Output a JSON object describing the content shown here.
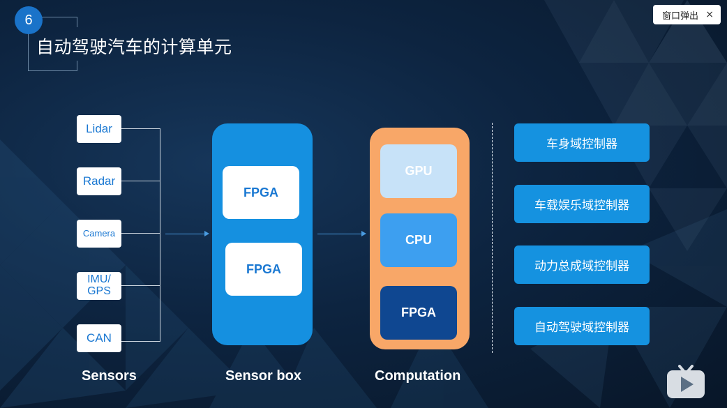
{
  "slide": {
    "number": "6",
    "title": "自动驾驶汽车的计算单元"
  },
  "popout_button": {
    "label": "窗口弹出",
    "close": "×"
  },
  "sensors": [
    {
      "label": "Lidar"
    },
    {
      "label": "Radar"
    },
    {
      "label": "Camera"
    },
    {
      "label": "IMU/\nGPS"
    },
    {
      "label": "CAN"
    }
  ],
  "sensor_box": {
    "chips": [
      "FPGA",
      "FPGA"
    ]
  },
  "computation": {
    "chips": [
      {
        "label": "GPU",
        "color": "#c7e2f8",
        "text_color": "#ffffff"
      },
      {
        "label": "CPU",
        "color": "#3d9ff0",
        "text_color": "#ffffff"
      },
      {
        "label": "FPGA",
        "color": "#0f4791",
        "text_color": "#ffffff"
      }
    ]
  },
  "column_labels": {
    "sensors": "Sensors",
    "sensor_box": "Sensor box",
    "computation": "Computation"
  },
  "controllers": [
    "车身域控制器",
    "车载娱乐域控制器",
    "动力总成域控制器",
    "自动驾驶域控制器"
  ],
  "colors": {
    "accent_blue": "#1590e0",
    "compute_orange": "#f8a768",
    "background_dark": "#0d2440"
  },
  "icons": {
    "player": "video-play-icon"
  }
}
